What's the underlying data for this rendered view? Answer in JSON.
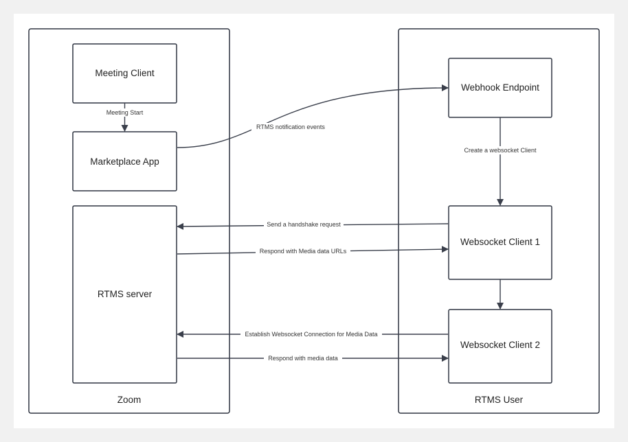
{
  "containers": {
    "zoom": "Zoom",
    "rtms_user": "RTMS User"
  },
  "nodes": {
    "meeting_client": "Meeting Client",
    "marketplace_app": "Marketplace App",
    "rtms_server": "RTMS server",
    "webhook_endpoint": "Webhook Endpoint",
    "websocket_client_1": "Websocket Client 1",
    "websocket_client_2": "Websocket Client 2"
  },
  "edges": {
    "meeting_start": "Meeting Start",
    "rtms_notification": "RTMS notification events",
    "create_ws_client": "Create a websocket Client",
    "handshake": "Send a handshake request",
    "respond_urls": "Respond with Media data URLs",
    "establish_ws": "Establish Websocket Connection for Media Data",
    "respond_media": "Respond with media data"
  },
  "colors": {
    "background": "#f1f1f1",
    "canvas": "#ffffff",
    "stroke": "#2e3440"
  }
}
